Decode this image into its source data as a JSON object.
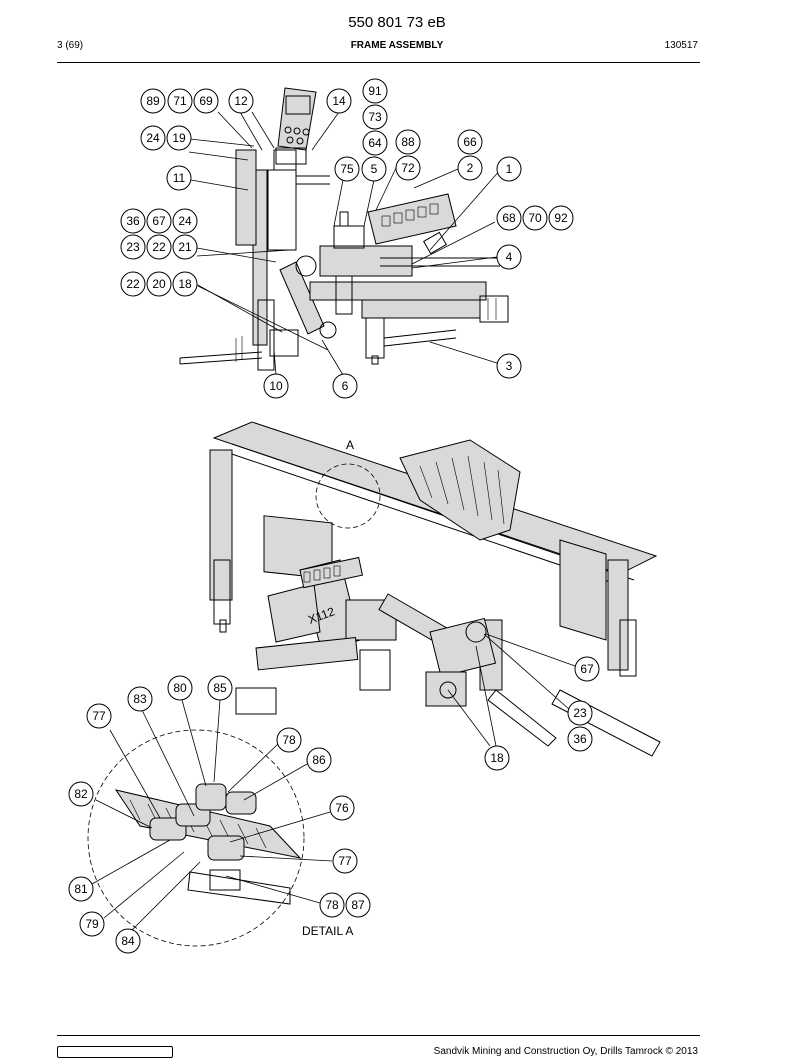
{
  "header": {
    "doc_number": "550 801 73 eB",
    "page": "3 (69)",
    "section_title": "FRAME ASSEMBLY",
    "date": "130517"
  },
  "footer": {
    "copyright": "Sandvik Mining and Construction Oy, Drills Tamrock © 2013"
  },
  "drawing": {
    "marking_x112": "X112",
    "view_a": "A",
    "detail_a": "DETAIL A",
    "callouts": [
      "89",
      "71",
      "69",
      "12",
      "14",
      "91",
      "73",
      "64",
      "88",
      "66",
      "24",
      "19",
      "75",
      "5",
      "72",
      "2",
      "1",
      "11",
      "68",
      "70",
      "92",
      "36",
      "67",
      "24",
      "23",
      "22",
      "21",
      "4",
      "22",
      "20",
      "18",
      "3",
      "10",
      "6",
      "67",
      "23",
      "36",
      "18",
      "80",
      "85",
      "83",
      "77",
      "78",
      "86",
      "82",
      "76",
      "77",
      "81",
      "78",
      "87",
      "79",
      "84"
    ]
  }
}
